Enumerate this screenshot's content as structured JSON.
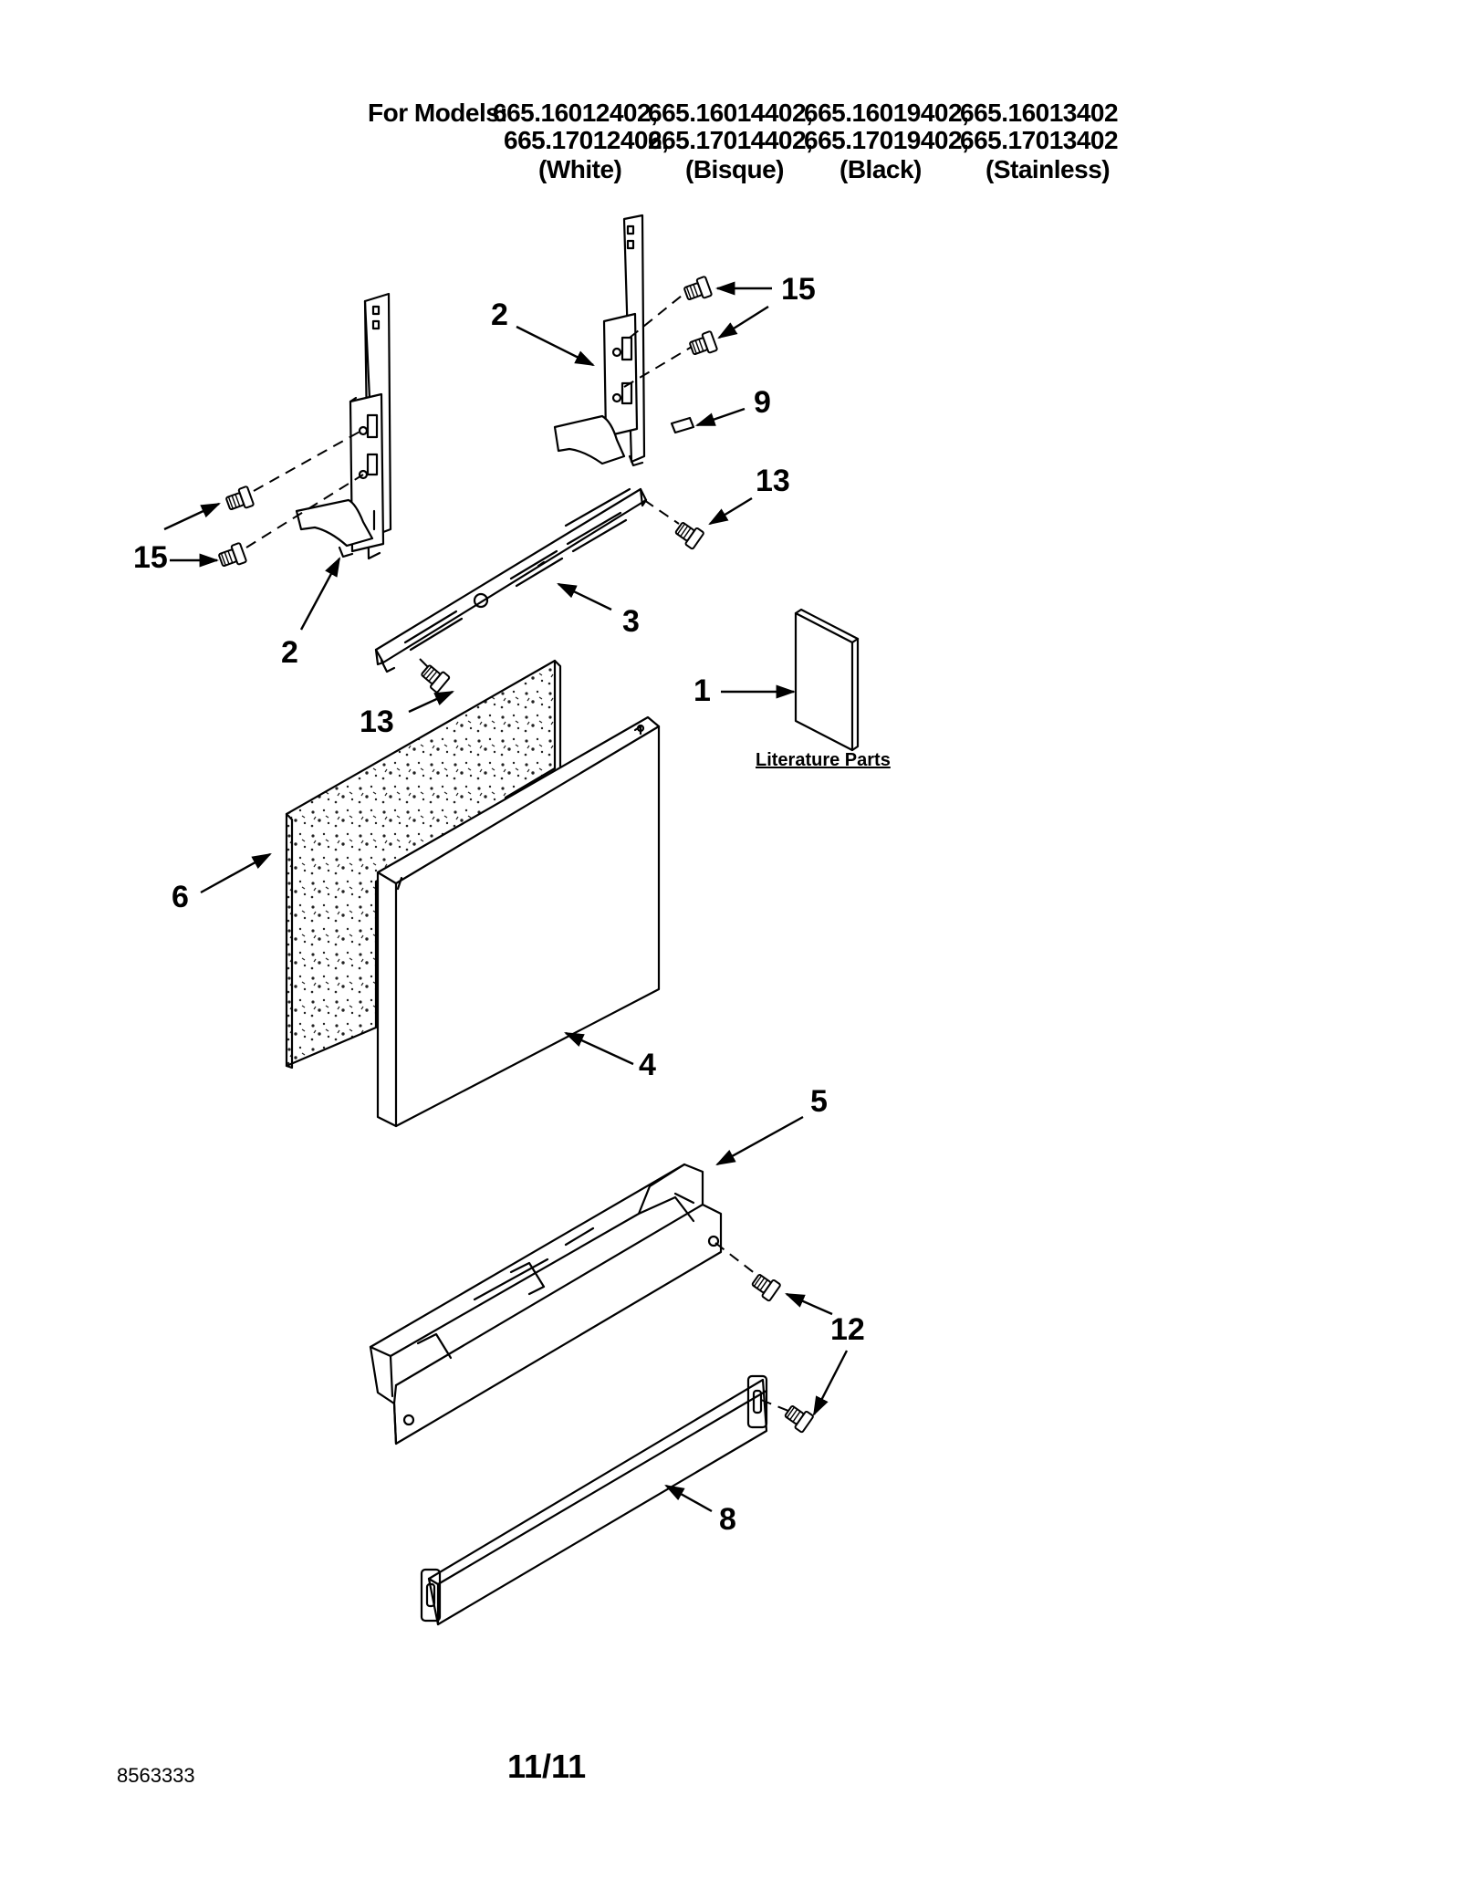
{
  "header": {
    "prefix": "For Models:",
    "models_row1": [
      "665.16012402,",
      "665.16014402,",
      "665.16019402,",
      "665.16013402"
    ],
    "models_row2": [
      "665.17012402,",
      "665.17014402,",
      "665.17019402,",
      "665.17013402"
    ],
    "colors": [
      "(White)",
      "(Bisque)",
      "(Black)",
      "(Stainless)"
    ]
  },
  "callouts": {
    "c2_left": "2",
    "c2_right": "2",
    "c15_left": "15",
    "c15_right": "15",
    "c9": "9",
    "c13_right": "13",
    "c13_left": "13",
    "c3": "3",
    "c1": "1",
    "c6": "6",
    "c4": "4",
    "c5": "5",
    "c12": "12",
    "c8": "8"
  },
  "literature_label": "Literature Parts",
  "footer": {
    "doc_number": "8563333",
    "page": "11/11"
  }
}
